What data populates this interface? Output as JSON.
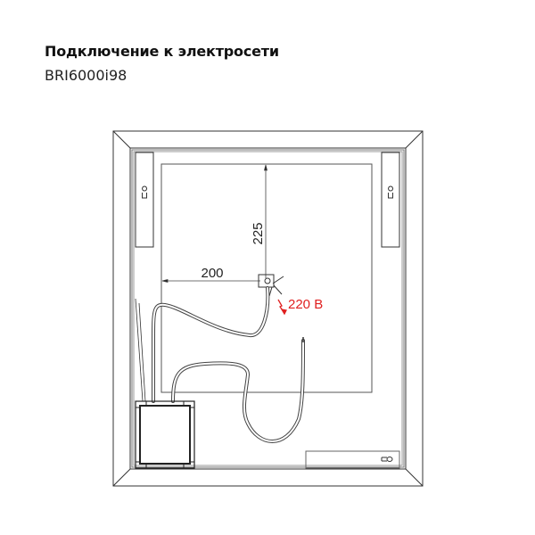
{
  "header": {
    "title": "Подключение к электросети",
    "model": "BRI6000i98"
  },
  "diagram": {
    "dimension_vertical": "225",
    "dimension_horizontal": "200",
    "voltage_label": "220 В",
    "voltage_color": "#e02020",
    "line_color": "#333333",
    "icons": [
      "keyhole-icon",
      "lightning-icon",
      "junction-box-icon",
      "power-supply-icon"
    ]
  }
}
